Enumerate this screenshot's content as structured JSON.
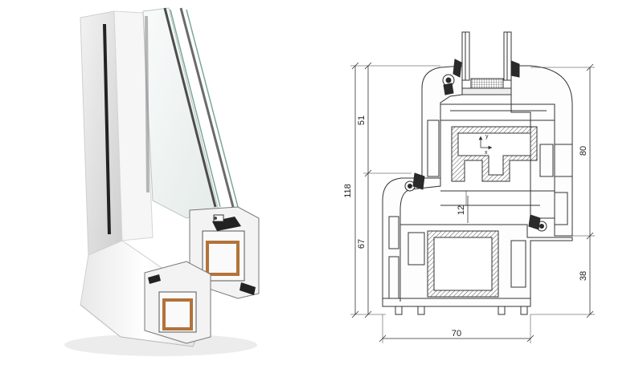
{
  "dimensions": {
    "frame_height": "118",
    "sash_top": "51",
    "sash_right": "80",
    "frame_bottom": "67",
    "right_bottom": "38",
    "rebate": "12",
    "width": "70"
  },
  "axis_marks": {
    "x": "x",
    "y": "y"
  },
  "colors": {
    "pvc_white": "#f4f4f4",
    "pvc_shade": "#d9d9d9",
    "steel_core": "#b3733a",
    "gasket": "#222222",
    "glass_edge": "#5d8d7a",
    "outline": "#333333"
  }
}
